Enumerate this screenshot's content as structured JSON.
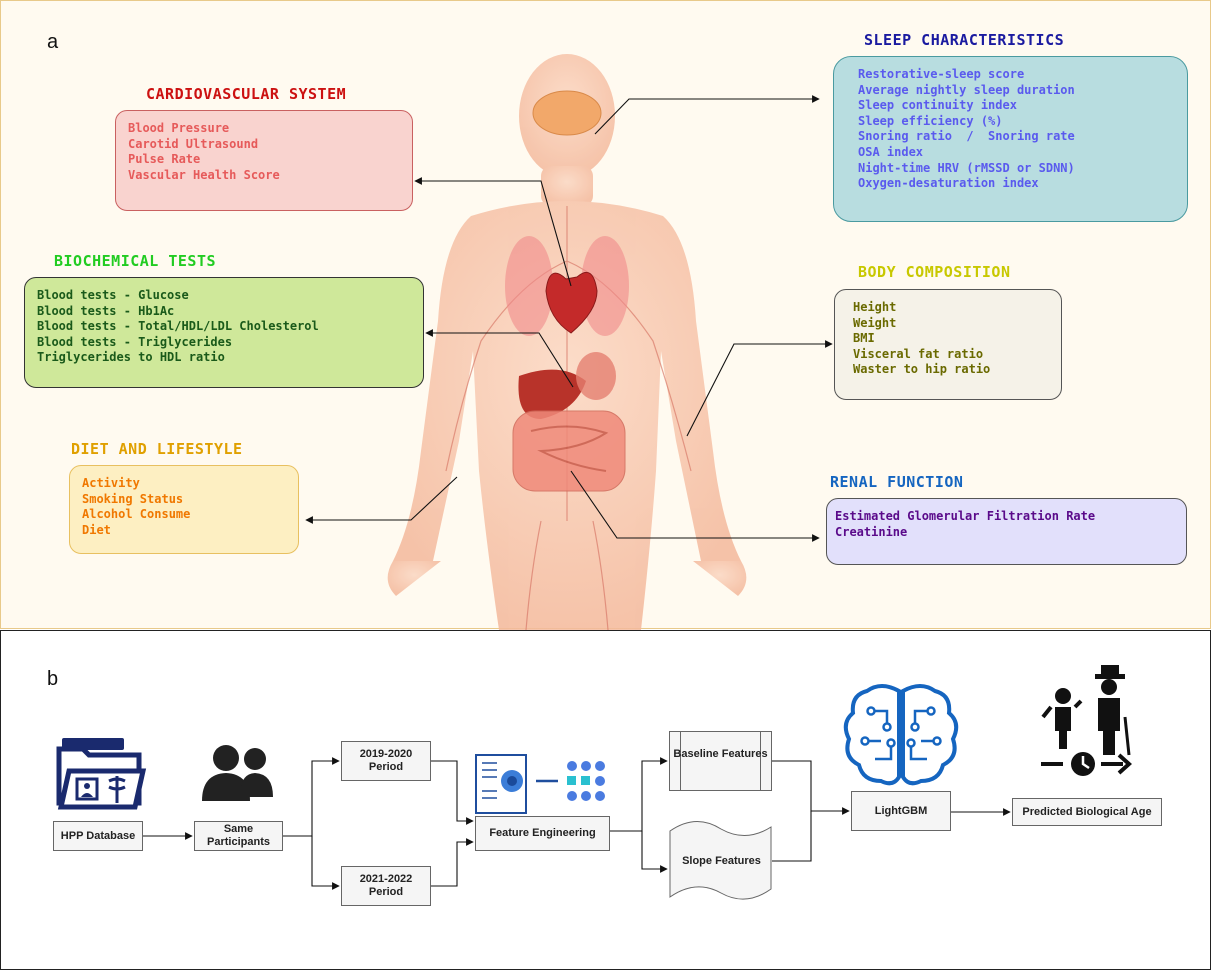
{
  "panel_a": {
    "label": "a",
    "cardiovascular": {
      "title": "CARDIOVASCULAR SYSTEM",
      "items": [
        "Blood Pressure",
        "Carotid Ultrasound",
        "Pulse Rate",
        "Vascular Health Score"
      ],
      "color": "#cc1111"
    },
    "biochemical": {
      "title": "BIOCHEMICAL TESTS",
      "items": [
        "Blood tests - Glucose",
        "Blood tests - Hb1Ac",
        "Blood tests - Total/HDL/LDL Cholesterol",
        "Blood tests - Triglycerides",
        "Triglycerides to HDL ratio"
      ],
      "color": "#22cc22"
    },
    "diet": {
      "title": "DIET AND LIFESTYLE",
      "items": [
        "Activity",
        "Smoking Status",
        "Alcohol Consume",
        "Diet"
      ],
      "color": "#e0a000"
    },
    "sleep": {
      "title": "SLEEP CHARACTERISTICS",
      "items": [
        "Restorative-sleep score",
        "Average nightly sleep duration",
        "Sleep continuity index",
        "Sleep efficiency (%)",
        "Snoring ratio  /  Snoring rate",
        "OSA index",
        "Night-time HRV (rMSSD or SDNN)",
        "Oxygen-desaturation index"
      ],
      "color": "#1a1aa0"
    },
    "body": {
      "title": "BODY COMPOSITION",
      "items": [
        "Height",
        "Weight",
        "BMI",
        "Visceral fat ratio",
        "Waster to hip ratio"
      ],
      "color": "#c8c800"
    },
    "renal": {
      "title": "RENAL FUNCTION",
      "items": [
        "Estimated Glomerular Filtration Rate",
        "Creatinine"
      ],
      "color": "#1565c0"
    }
  },
  "panel_b": {
    "label": "b",
    "hpp": "HPP Database",
    "same": "Same Participants",
    "period1": "2019-2020 Period",
    "period2": "2021-2022 Period",
    "fe": "Feature Engineering",
    "baseline": "Baseline Features",
    "slope": "Slope Features",
    "lgbm": "LightGBM",
    "pred": "Predicted Biological Age"
  }
}
